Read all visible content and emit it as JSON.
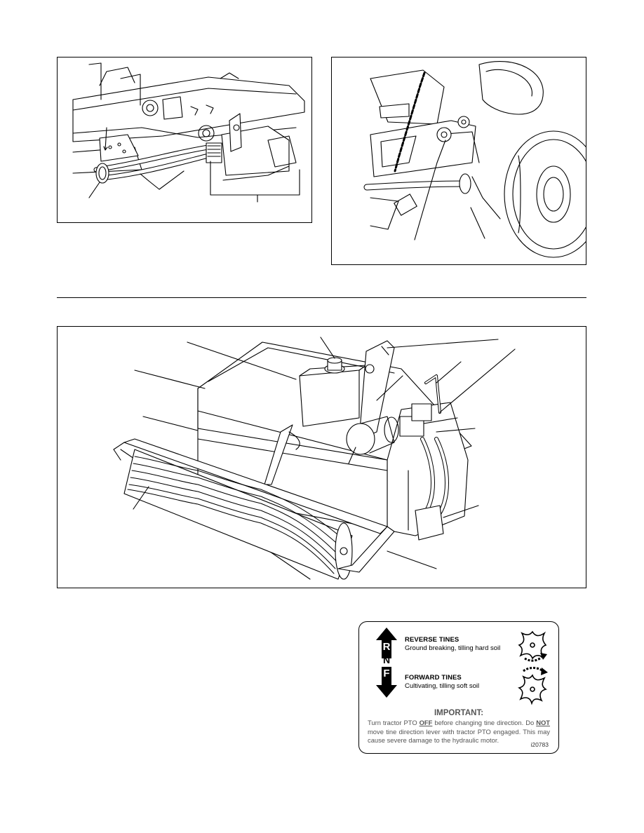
{
  "decal": {
    "reverse_letter": "R",
    "neutral_letter": "N",
    "forward_letter": "F",
    "reverse_title": "REVERSE TINES",
    "reverse_desc": "Ground breaking, tilling hard soil",
    "forward_title": "FORWARD TINES",
    "forward_desc": "Cultivating, tilling soft soil",
    "important_heading": "IMPORTANT:",
    "notice_part1": "Turn tractor PTO ",
    "notice_off": "OFF",
    "notice_part2": " before changing tine direction.  Do ",
    "notice_not": "NOT",
    "notice_part3": " move tine direction lever with tractor PTO engaged. This may cause severe damage to the hydraulic motor.",
    "decal_code": "i20783"
  },
  "figures": {
    "hose_routing_underside": "line drawing",
    "hose_routing_side": "line drawing",
    "tiller_assembly": "line drawing",
    "tine_direction_decal_icons": [
      "rotor-reverse-icon",
      "rotor-forward-icon"
    ]
  },
  "colors": {
    "ink": "#000000",
    "decal_text_grey": "#555555",
    "paper": "#ffffff"
  }
}
